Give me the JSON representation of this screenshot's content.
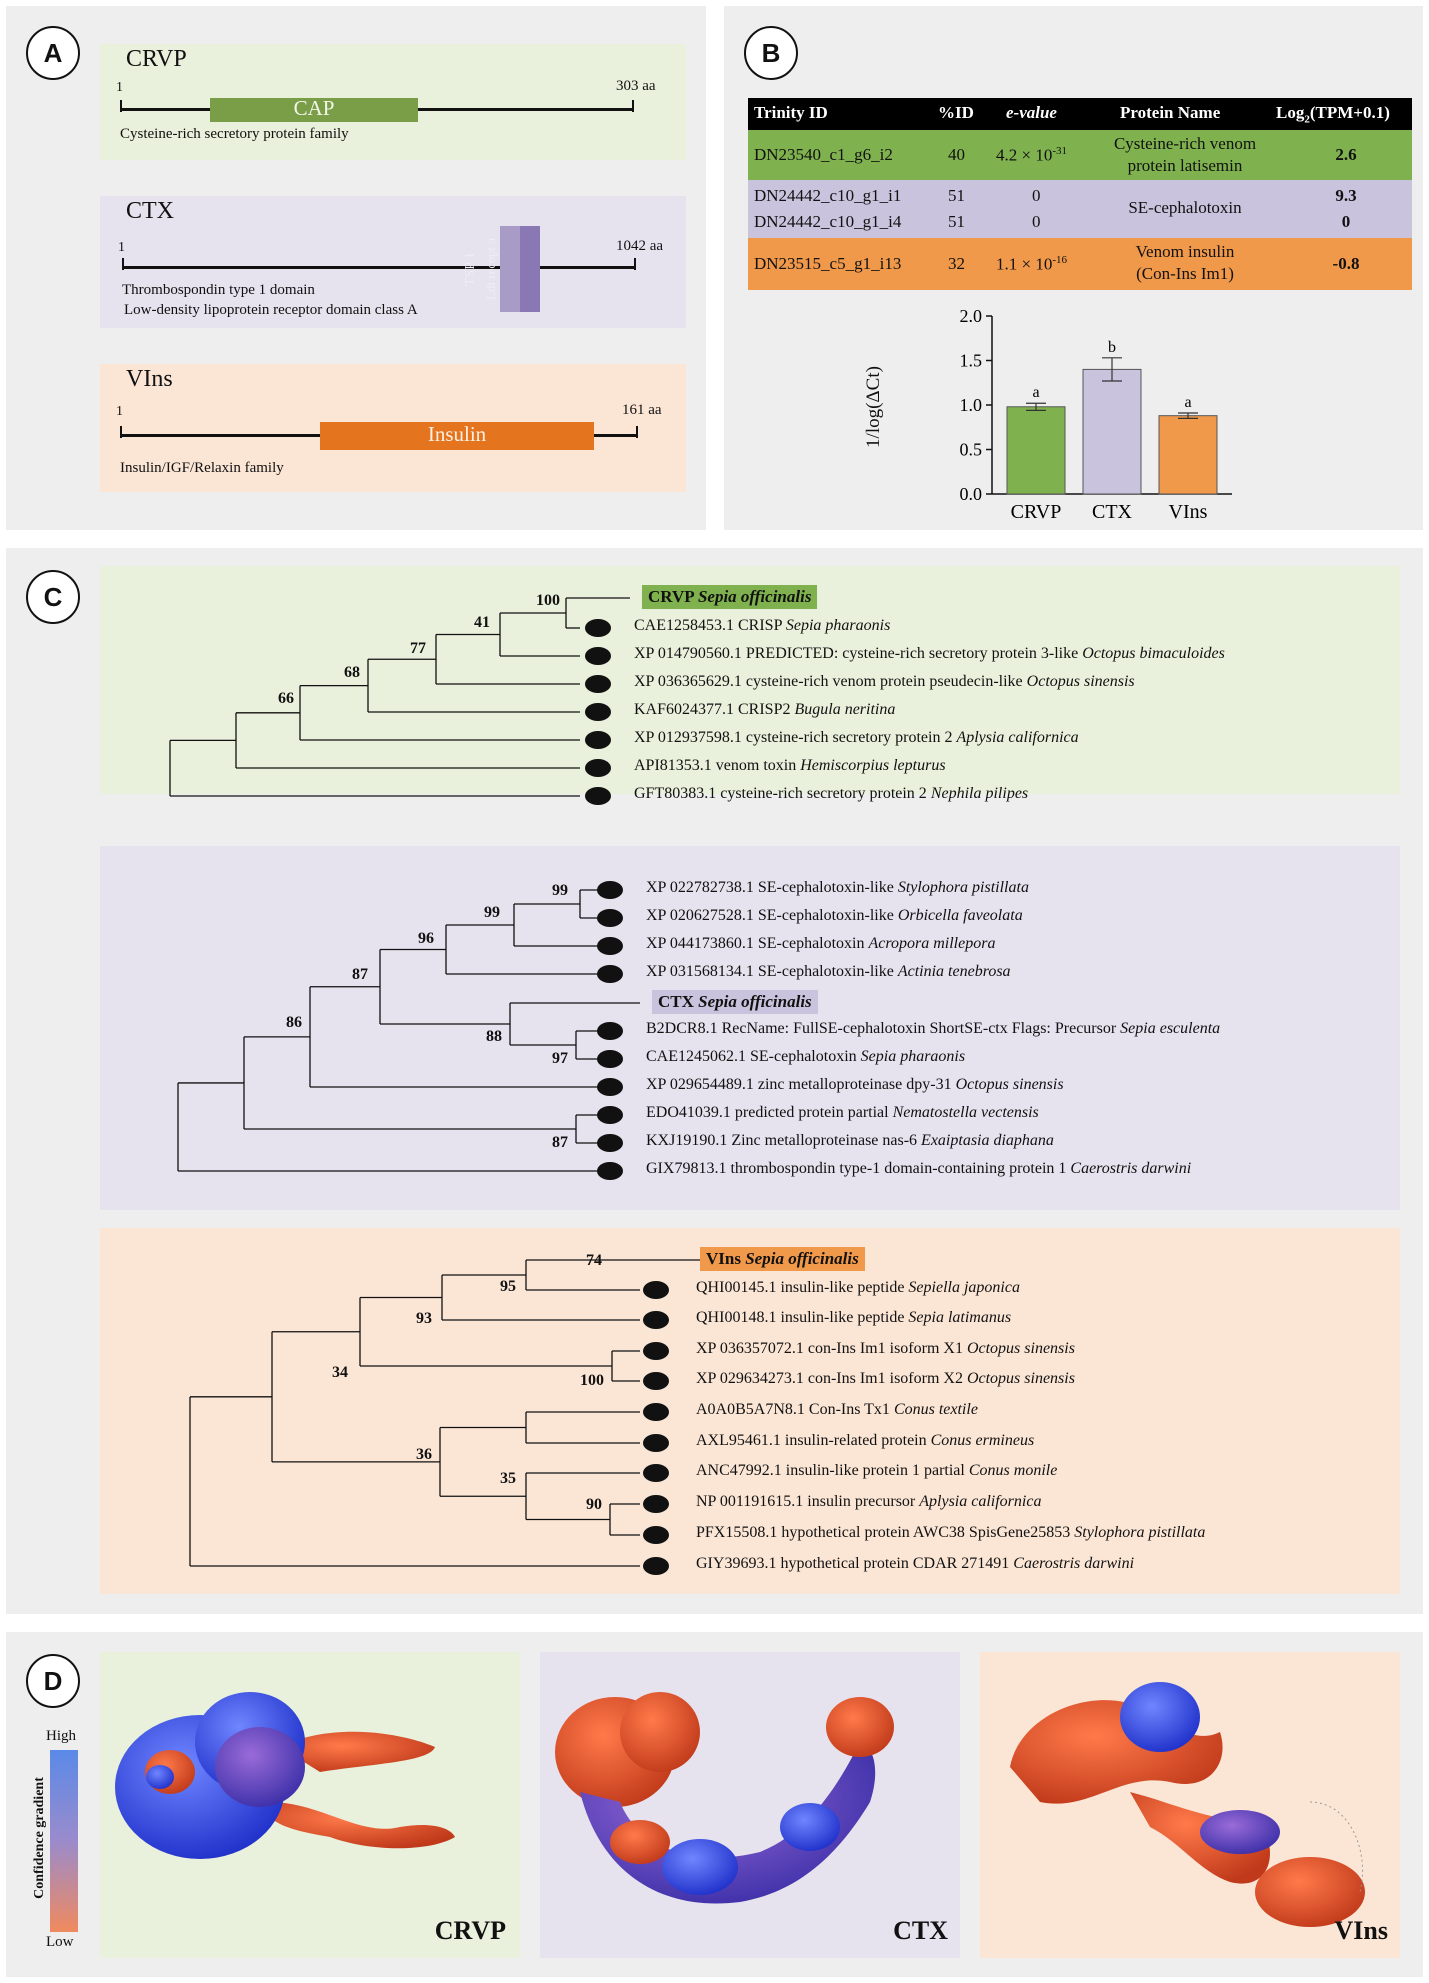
{
  "panelA": {
    "label": "A",
    "crvp": {
      "name": "CRVP",
      "start": "1",
      "end": "303 aa",
      "domain": "CAP",
      "desc": "Cysteine-rich secretory protein family",
      "bg": "#e9f0dc",
      "color": "#7a9e47"
    },
    "ctx": {
      "name": "CTX",
      "start": "1",
      "end": "1042 aa",
      "domain1": "TSP 1",
      "domain2": "Ldl recept a",
      "desc1": "Thrombospondin type 1 domain",
      "desc2": "Low-density lipoprotein receptor domain class A",
      "bg": "#e6e2ee",
      "color": "#9a8bbd"
    },
    "vins": {
      "name": "VIns",
      "start": "1",
      "end": "161 aa",
      "domain": "Insulin",
      "desc": "Insulin/IGF/Relaxin family",
      "bg": "#fbe6d6",
      "color": "#e4741d"
    }
  },
  "panelB": {
    "label": "B",
    "headers": [
      "Trinity ID",
      "%ID",
      "e-value",
      "Protein Name",
      "Log2(TPM+0.1)"
    ],
    "rows": [
      {
        "id": "DN23540_c1_g6_i2",
        "pid": "40",
        "ev": "4.2 × 10",
        "evexp": "-31",
        "name1": "Cysteine-rich venom",
        "name2": "protein latisemin",
        "log": "2.6",
        "color": "#7fb24e"
      },
      {
        "id": "DN24442_c10_g1_i1",
        "pid": "51",
        "ev": "0",
        "evexp": "",
        "name1": "SE-cephalotoxin",
        "name2": "",
        "log": "9.3",
        "color": "#c9c3dd"
      },
      {
        "id": "DN24442_c10_g1_i4",
        "pid": "51",
        "ev": "0",
        "evexp": "",
        "name1": "",
        "name2": "",
        "log": "0",
        "color": "#c9c3dd"
      },
      {
        "id": "DN23515_c5_g1_i13",
        "pid": "32",
        "ev": "1.1 × 10",
        "evexp": "-16",
        "name1": "Venom insulin",
        "name2": "(Con-Ins Im1)",
        "log": "-0.8",
        "color": "#f1994b"
      }
    ],
    "chart_data": {
      "type": "bar",
      "categories": [
        "CRVP",
        "CTX",
        "VIns"
      ],
      "values": [
        0.98,
        1.4,
        0.88
      ],
      "errors": [
        0.04,
        0.13,
        0.03
      ],
      "letters": [
        "a",
        "b",
        "a"
      ],
      "colors": [
        "#7fb24e",
        "#c9c3dd",
        "#f1994b"
      ],
      "ylabel": "1/log(ΔCt)",
      "yticks": [
        "0.0",
        "0.5",
        "1.0",
        "1.5",
        "2.0"
      ],
      "ylim": [
        0,
        2.0
      ]
    }
  },
  "panelC": {
    "label": "C",
    "crvp": {
      "bg": "#e9f0dc",
      "hl": "#7fb24e",
      "target_main": "CRVP",
      "target_spec": "Sepia officinalis",
      "tips": [
        {
          "acc": "CAE1258453.1 CRISP",
          "spec": "Sepia pharaonis"
        },
        {
          "acc": "XP 014790560.1 PREDICTED: cysteine-rich secretory protein 3-like",
          "spec": "Octopus bimaculoides"
        },
        {
          "acc": "XP 036365629.1 cysteine-rich venom protein pseudecin-like",
          "spec": "Octopus sinensis"
        },
        {
          "acc": "KAF6024377.1 CRISP2",
          "spec": "Bugula neritina"
        },
        {
          "acc": "XP 012937598.1 cysteine-rich secretory protein 2",
          "spec": "Aplysia californica"
        },
        {
          "acc": "API81353.1 venom toxin",
          "spec": "Hemiscorpius lepturus"
        },
        {
          "acc": "GFT80383.1 cysteine-rich secretory protein 2",
          "spec": "Nephila pilipes"
        }
      ],
      "boot": [
        "100",
        "41",
        "77",
        "68",
        "66"
      ]
    },
    "ctx": {
      "bg": "#e6e2ee",
      "hl": "#c9c3dd",
      "target_main": "CTX",
      "target_spec": "Sepia officinalis",
      "tips": [
        {
          "acc": "XP 022782738.1 SE-cephalotoxin-like",
          "spec": "Stylophora pistillata"
        },
        {
          "acc": "XP 020627528.1 SE-cephalotoxin-like",
          "spec": "Orbicella faveolata"
        },
        {
          "acc": "XP 044173860.1 SE-cephalotoxin",
          "spec": "Acropora millepora"
        },
        {
          "acc": "XP 031568134.1 SE-cephalotoxin-like",
          "spec": "Actinia tenebrosa"
        },
        {
          "acc": "B2DCR8.1 RecName: FullSE-cephalotoxin ShortSE-ctx Flags: Precursor",
          "spec": "Sepia esculenta"
        },
        {
          "acc": "CAE1245062.1 SE-cephalotoxin",
          "spec": "Sepia pharaonis"
        },
        {
          "acc": "XP 029654489.1 zinc metalloproteinase dpy-31",
          "spec": "Octopus sinensis"
        },
        {
          "acc": "EDO41039.1 predicted protein partial",
          "spec": "Nematostella vectensis"
        },
        {
          "acc": "KXJ19190.1 Zinc metalloproteinase nas-6",
          "spec": "Exaiptasia diaphana"
        },
        {
          "acc": "GIX79813.1 thrombospondin type-1 domain-containing protein 1",
          "spec": "Caerostris darwini"
        }
      ],
      "boot": [
        "99",
        "99",
        "96",
        "87",
        "86",
        "88",
        "97",
        "87"
      ]
    },
    "vins": {
      "bg": "#fbe6d6",
      "hl": "#f1994b",
      "target_main": "VIns",
      "target_spec": "Sepia officinalis",
      "tips": [
        {
          "acc": "QHI00145.1 insulin-like peptide",
          "spec": "Sepiella japonica"
        },
        {
          "acc": "QHI00148.1 insulin-like peptide",
          "spec": "Sepia latimanus"
        },
        {
          "acc": "XP 036357072.1 con-Ins Im1 isoform X1",
          "spec": "Octopus sinensis"
        },
        {
          "acc": "XP 029634273.1 con-Ins Im1 isoform X2",
          "spec": "Octopus sinensis"
        },
        {
          "acc": "A0A0B5A7N8.1 Con-Ins Tx1",
          "spec": "Conus textile"
        },
        {
          "acc": "AXL95461.1 insulin-related protein",
          "spec": "Conus ermineus"
        },
        {
          "acc": "ANC47992.1 insulin-like protein 1 partial",
          "spec": "Conus monile"
        },
        {
          "acc": "NP 001191615.1 insulin precursor",
          "spec": "Aplysia californica"
        },
        {
          "acc": "PFX15508.1 hypothetical protein AWC38 SpisGene25853",
          "spec": "Stylophora pistillata"
        },
        {
          "acc": "GIY39693.1 hypothetical protein CDAR 271491",
          "spec": "Caerostris darwini"
        }
      ],
      "boot": [
        "74",
        "95",
        "93",
        "100",
        "34",
        "36",
        "35",
        "90"
      ]
    }
  },
  "panelD": {
    "label": "D",
    "legend_title": "Confidence gradient",
    "high": "High",
    "low": "Low",
    "labels": [
      "CRVP",
      "CTX",
      "VIns"
    ]
  }
}
